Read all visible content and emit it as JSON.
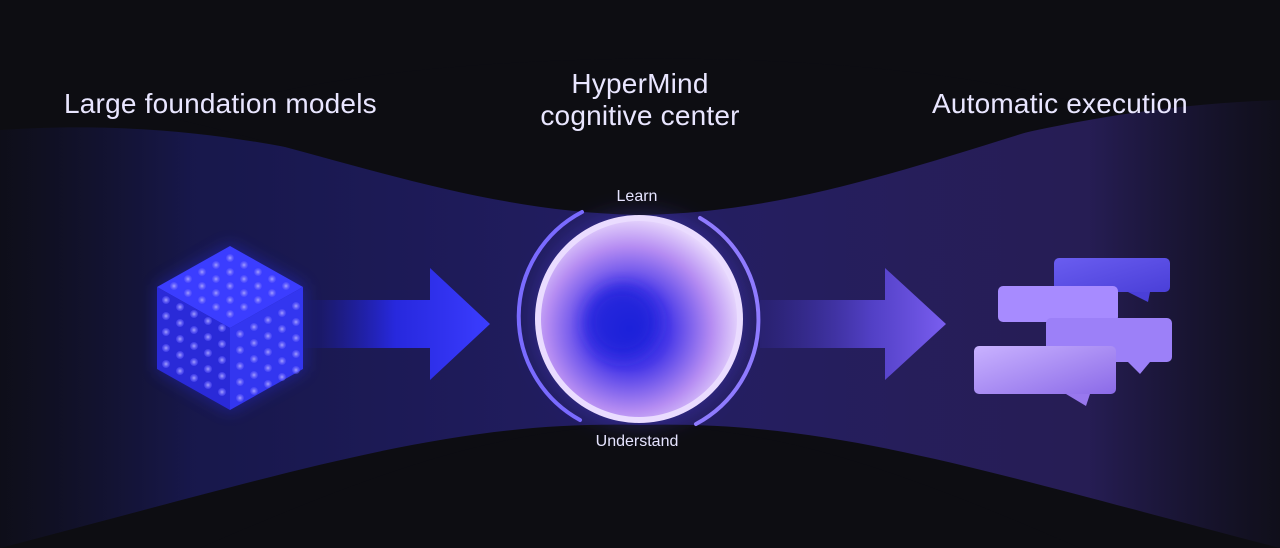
{
  "headings": {
    "left": "Large foundation models",
    "center_line1": "HyperMind",
    "center_line2": "cognitive center",
    "right": "Automatic execution"
  },
  "ring_labels": {
    "top": "Learn",
    "bottom": "Understand"
  },
  "colors": {
    "background": "#0d0d12",
    "accent_blue": "#3a3cff",
    "accent_violet": "#a98cff",
    "text": "#e9e6ff"
  },
  "icons": [
    "cube-icon",
    "arrow-right-icon",
    "sphere-icon",
    "chat-bubbles-icon"
  ]
}
